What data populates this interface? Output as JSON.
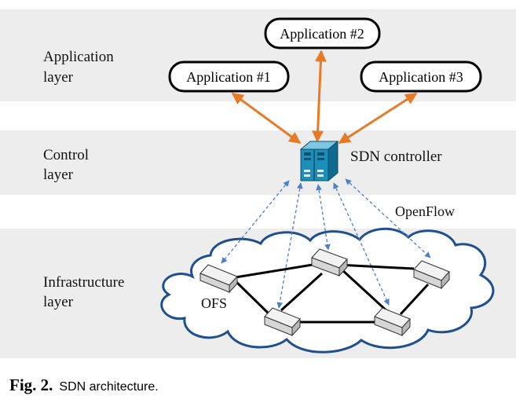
{
  "layers": {
    "application": {
      "line1": "Application",
      "line2": "layer"
    },
    "control": {
      "line1": "Control",
      "line2": "layer"
    },
    "infrastructure": {
      "line1": "Infrastructure",
      "line2": "layer"
    }
  },
  "applications": [
    "Application #1",
    "Application #2",
    "Application #3"
  ],
  "controller_label": "SDN controller",
  "protocol_label": "OpenFlow",
  "switch_label": "OFS",
  "caption": {
    "label": "Fig. 2.",
    "text": "SDN architecture."
  },
  "colors": {
    "band": "#eeedee",
    "app_arrow": "#e87a26",
    "openflow_arrow": "#4a80c4",
    "cloud": "#ffffff",
    "cloud_outline": "#1f4f8f",
    "controller": "#1c8fb8",
    "switch": "#e0e0e0"
  }
}
